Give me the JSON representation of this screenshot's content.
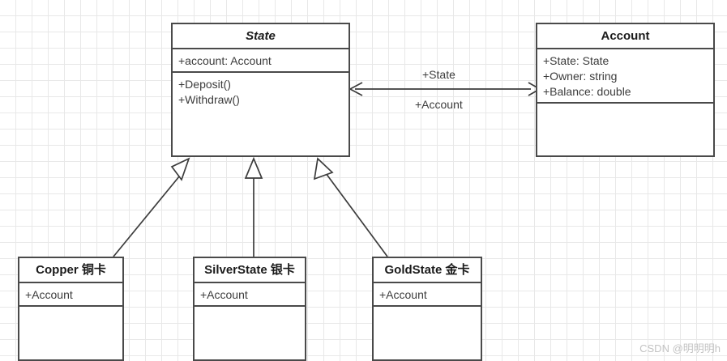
{
  "diagram": {
    "type": "uml-class-diagram",
    "classes": [
      {
        "id": "state",
        "name": "State",
        "abstract": true,
        "attributes": [
          "+account:  Account"
        ],
        "operations": [
          "+Deposit()",
          "+Withdraw()"
        ]
      },
      {
        "id": "account",
        "name": "Account",
        "abstract": false,
        "attributes": [
          "+State: State",
          "+Owner: string",
          "+Balance:  double"
        ],
        "operations": []
      },
      {
        "id": "copper",
        "name": "Copper  铜卡",
        "abstract": false,
        "attributes": [
          "+Account"
        ],
        "operations": []
      },
      {
        "id": "silver",
        "name": "SilverState  银卡",
        "abstract": false,
        "attributes": [
          "+Account"
        ],
        "operations": []
      },
      {
        "id": "gold",
        "name": "GoldState  金卡",
        "abstract": false,
        "attributes": [
          "+Account"
        ],
        "operations": []
      }
    ],
    "associations": [
      {
        "from": "state",
        "to": "account",
        "kind": "bidirectional",
        "label_top": "+State",
        "label_bottom": "+Account"
      }
    ],
    "generalizations": [
      {
        "from": "copper",
        "to": "state"
      },
      {
        "from": "silver",
        "to": "state"
      },
      {
        "from": "gold",
        "to": "state"
      }
    ]
  },
  "watermark": {
    "text": "CSDN @明明明h"
  },
  "colors": {
    "box_border": "#4a4a4a",
    "line": "#3c3c3c",
    "grid": "#e8e8e8",
    "background": "#ffffff",
    "text": "#3c3c3c",
    "watermark": "#c3c3c3"
  }
}
